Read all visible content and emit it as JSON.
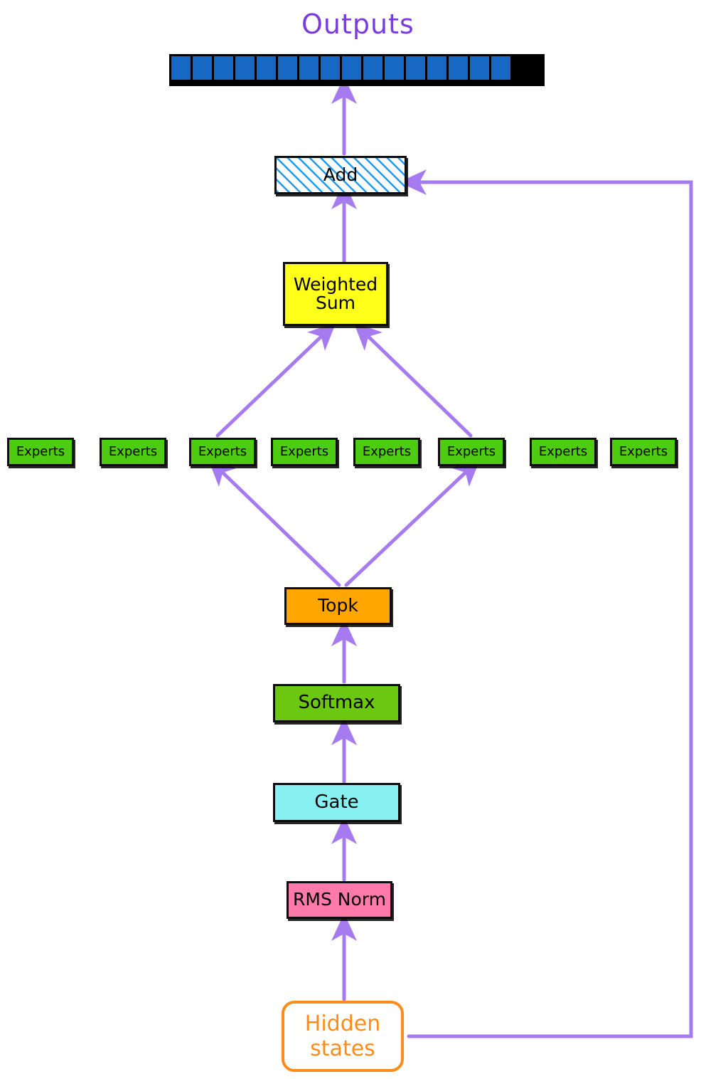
{
  "diagram": {
    "title": "Outputs",
    "title_color": "#7a3cdb",
    "edge_color": "#a77bf0",
    "background": "#ffffff",
    "outputs": {
      "label": "Outputs",
      "cell_count": 16,
      "cell_color": "#1668c4",
      "border_color": "#000000"
    },
    "nodes": {
      "add": {
        "label": "Add",
        "fill": "#ffffff",
        "hatch": "#1f9bf0",
        "border": "#0d0d0d"
      },
      "weighted_sum": {
        "line1": "Weighted",
        "line2": "Sum",
        "fill": "#ffff1a",
        "border": "#0d0d0d"
      },
      "topk": {
        "label": "Topk",
        "fill": "#ffa500",
        "border": "#0d0d0d"
      },
      "softmax": {
        "label": "Softmax",
        "fill": "#6cc711",
        "border": "#0d0d0d"
      },
      "gate": {
        "label": "Gate",
        "fill": "#87f0f0",
        "border": "#0d0d0d"
      },
      "rms_norm": {
        "label": "RMS Norm",
        "fill": "#ff7aa8",
        "border": "#0d0d0d"
      },
      "hidden_states": {
        "line1": "Hidden",
        "line2": "states",
        "fill": "#ffffff",
        "border": "#ff8c1a",
        "text": "#ff8c1a"
      }
    },
    "experts": {
      "fill": "#4dcc11",
      "border": "#0d0d0d",
      "items": [
        {
          "label": "Experts",
          "selected": false
        },
        {
          "label": "Experts",
          "selected": false
        },
        {
          "label": "Experts",
          "selected": true
        },
        {
          "label": "Experts",
          "selected": false
        },
        {
          "label": "Experts",
          "selected": false
        },
        {
          "label": "Experts",
          "selected": true
        },
        {
          "label": "Experts",
          "selected": false
        },
        {
          "label": "Experts",
          "selected": false
        }
      ]
    },
    "edges": [
      {
        "from": "add",
        "to": "outputs"
      },
      {
        "from": "weighted_sum",
        "to": "add"
      },
      {
        "from": "expert_3",
        "to": "weighted_sum"
      },
      {
        "from": "expert_6",
        "to": "weighted_sum"
      },
      {
        "from": "topk",
        "to": "expert_3"
      },
      {
        "from": "topk",
        "to": "expert_6"
      },
      {
        "from": "softmax",
        "to": "topk"
      },
      {
        "from": "gate",
        "to": "softmax"
      },
      {
        "from": "rms_norm",
        "to": "gate"
      },
      {
        "from": "hidden_states",
        "to": "rms_norm"
      },
      {
        "from": "hidden_states",
        "to": "add"
      }
    ]
  }
}
